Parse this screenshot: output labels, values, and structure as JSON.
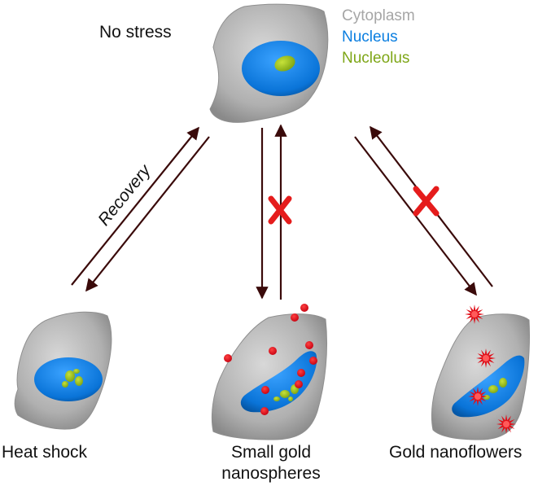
{
  "title_state": "No stress",
  "legend": {
    "cytoplasm": "Cytoplasm",
    "nucleus": "Nucleus",
    "nucleolus": "Nucleolus"
  },
  "arrow_labels": {
    "recovery": "Recovery"
  },
  "conditions": {
    "heat_shock": "Heat shock",
    "small_gold_line1": "Small gold",
    "small_gold_line2": "nanospheres",
    "gold_nanoflowers": "Gold nanoflowers"
  },
  "colors": {
    "cytoplasm": "#a6a6a6",
    "nucleus": "#0a7ee0",
    "nucleolus": "#8bb51a",
    "arrow": "#3a0a0a",
    "block_mark": "#e51c1c",
    "particle": "#e0101a"
  }
}
